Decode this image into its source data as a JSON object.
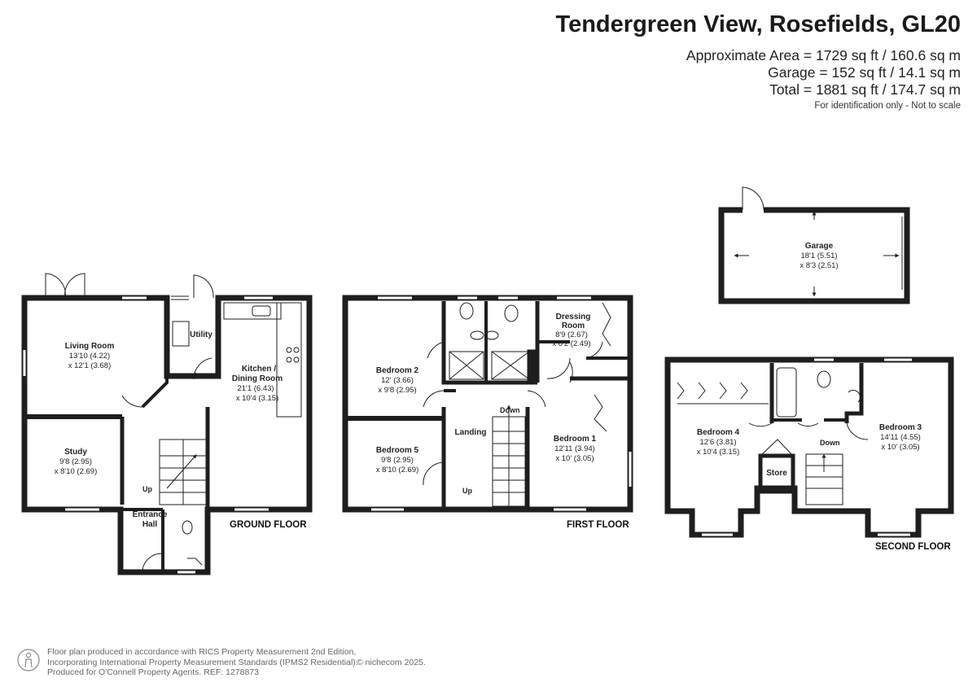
{
  "header": {
    "title": "Tendergreen View, Rosefields, GL20",
    "area_line": "Approximate Area = 1729 sq ft / 160.6 sq m",
    "garage_line": "Garage = 152 sq ft / 14.1 sq m",
    "total_line": "Total = 1881 sq ft / 174.7 sq m",
    "note": "For identification only - Not to scale"
  },
  "floors": {
    "ground": "GROUND FLOOR",
    "first": "FIRST FLOOR",
    "second": "SECOND FLOOR"
  },
  "rooms": {
    "living": {
      "name": "Living Room",
      "dim1": "13'10 (4.22)",
      "dim2": "x 12'1 (3.68)"
    },
    "utility": {
      "name": "Utility"
    },
    "kitchen": {
      "name1": "Kitchen /",
      "name2": "Dining Room",
      "dim1": "21'1 (6.43)",
      "dim2": "x 10'4 (3.15)"
    },
    "study": {
      "name": "Study",
      "dim1": "9'8 (2.95)",
      "dim2": "x 8'10 (2.69)"
    },
    "entrance": {
      "name1": "Entrance",
      "name2": "Hall"
    },
    "bedroom2": {
      "name": "Bedroom 2",
      "dim1": "12' (3.66)",
      "dim2": "x 9'8 (2.95)"
    },
    "dressing": {
      "name1": "Dressing",
      "name2": "Room",
      "dim1": "8'9 (2.67)",
      "dim2": "x 8'2 (2.49)"
    },
    "landing": {
      "name": "Landing"
    },
    "bedroom1": {
      "name": "Bedroom 1",
      "dim1": "12'11 (3.94)",
      "dim2": "x 10' (3.05)"
    },
    "bedroom5": {
      "name": "Bedroom 5",
      "dim1": "9'8 (2.95)",
      "dim2": "x 8'10 (2.69)"
    },
    "garage": {
      "name": "Garage",
      "dim1": "18'1 (5.51)",
      "dim2": "x 8'3 (2.51)"
    },
    "bedroom4": {
      "name": "Bedroom 4",
      "dim1": "12'6 (3.81)",
      "dim2": "x 10'4 (3.15)"
    },
    "store": {
      "name": "Store"
    },
    "bedroom3": {
      "name": "Bedroom 3",
      "dim1": "14'11 (4.55)",
      "dim2": "x 10' (3.05)"
    }
  },
  "stairs": {
    "up": "Up",
    "down": "Down"
  },
  "footer": {
    "line1": "Floor plan produced in accordance with RICS Property Measurement 2nd Edition,",
    "line2": "Incorporating International Property Measurement Standards (IPMS2 Residential).",
    "line3": "Produced for O'Connell Property Agents.   REF: 1278873",
    "brand": "© nichecom 2025."
  },
  "colors": {
    "wall": "#1e1e1e",
    "window": "#ffffff",
    "text": "#222222",
    "footer": "#666666"
  }
}
